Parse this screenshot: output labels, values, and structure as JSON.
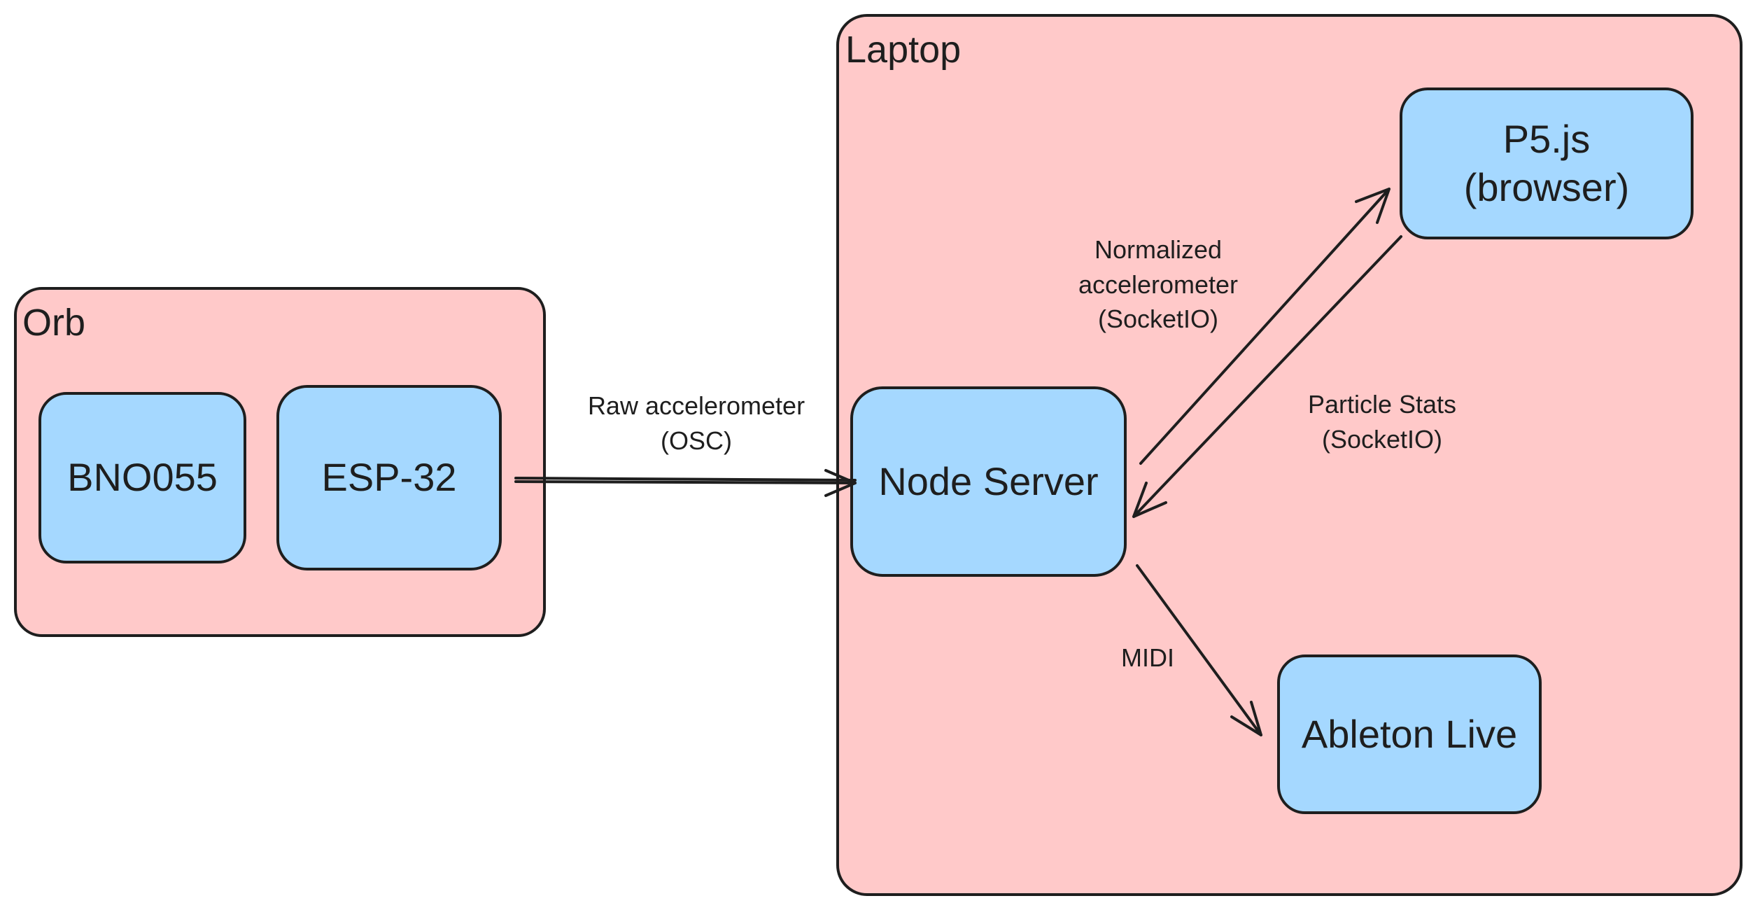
{
  "groups": {
    "orb": {
      "title": "Orb"
    },
    "laptop": {
      "title": "Laptop"
    }
  },
  "nodes": {
    "bno055": "BNO055",
    "esp32": "ESP-32",
    "node_server": "Node Server",
    "p5js": "P5.js\n(browser)",
    "ableton": "Ableton Live"
  },
  "edges": {
    "raw": "Raw accelerometer\n(OSC)",
    "normalized": "Normalized\naccelerometer\n(SocketIO)",
    "particle": "Particle Stats\n(SocketIO)",
    "midi": "MIDI"
  },
  "colors": {
    "group_fill": "#ffc9c9",
    "node_fill": "#a5d8ff",
    "stroke": "#1e1e1e"
  }
}
